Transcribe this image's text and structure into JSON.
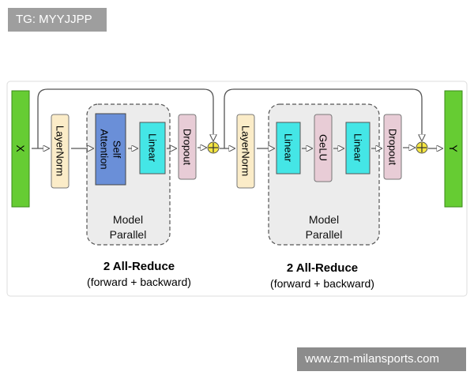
{
  "watermarks": {
    "top": "TG: MYYJJPP",
    "bottom": "www.zm-milansports.com"
  },
  "diagram": {
    "input_label": "X",
    "output_label": "Y",
    "attention_block": {
      "layernorm": "LayerNorm",
      "self_attention_line1": "Self",
      "self_attention_line2": "Attention",
      "linear": "Linear",
      "dropout": "Dropout",
      "group_line1": "Model",
      "group_line2": "Parallel",
      "reduce_title": "2 All-Reduce",
      "reduce_subtitle": "(forward + backward)"
    },
    "mlp_block": {
      "layernorm": "LayerNorm",
      "linear_1": "Linear",
      "gelu": "GeLU",
      "linear_2": "Linear",
      "dropout": "Dropout",
      "group_line1": "Model",
      "group_line2": "Parallel",
      "reduce_title": "2 All-Reduce",
      "reduce_subtitle": "(forward + backward)"
    },
    "colors": {
      "green": "#66cc33",
      "layernorm": "#fbecc8",
      "self_attention": "#6a8fd8",
      "linear": "#44e6e6",
      "dropout_gelu": "#e8ccd6",
      "group": "#ececec"
    }
  }
}
